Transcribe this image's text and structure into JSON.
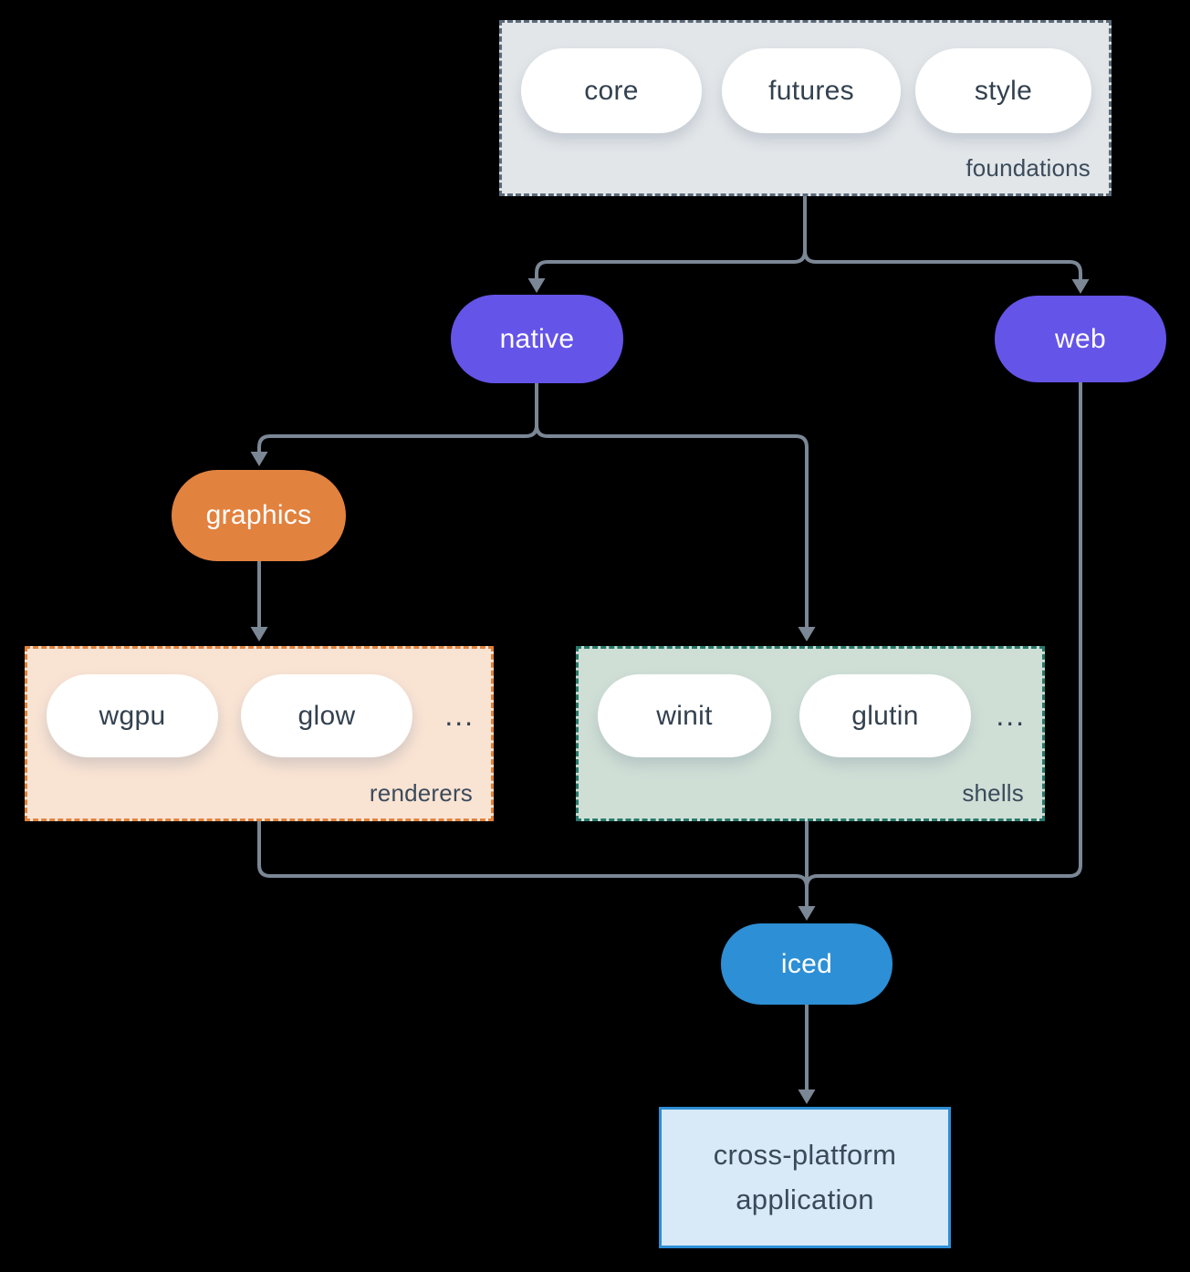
{
  "diagram": {
    "foundations": {
      "label": "foundations",
      "pills": [
        "core",
        "futures",
        "style"
      ]
    },
    "native": {
      "label": "native"
    },
    "web": {
      "label": "web"
    },
    "graphics": {
      "label": "graphics"
    },
    "renderers": {
      "label": "renderers",
      "pills": [
        "wgpu",
        "glow"
      ],
      "ellipsis": "..."
    },
    "shells": {
      "label": "shells",
      "pills": [
        "winit",
        "glutin"
      ],
      "ellipsis": "..."
    },
    "iced": {
      "label": "iced"
    },
    "application": {
      "line1": "cross-platform",
      "line2": "application"
    },
    "colors": {
      "background": "#000000",
      "connector": "#7b8795",
      "foundations_fill": "#e2e6e9",
      "foundations_border": "#5b6b7b",
      "purple": "#6554e8",
      "orange": "#e2823f",
      "renderers_fill": "#f9e3d3",
      "renderers_border": "#e0823e",
      "shells_fill": "#cfdfd6",
      "shells_border": "#27796a",
      "blue": "#2d8fd5",
      "app_fill": "#d8e9f8",
      "app_border": "#2d8fd5",
      "pill_fill": "#ffffff",
      "text_dark": "#33414f",
      "text_light": "#ffffff"
    }
  }
}
